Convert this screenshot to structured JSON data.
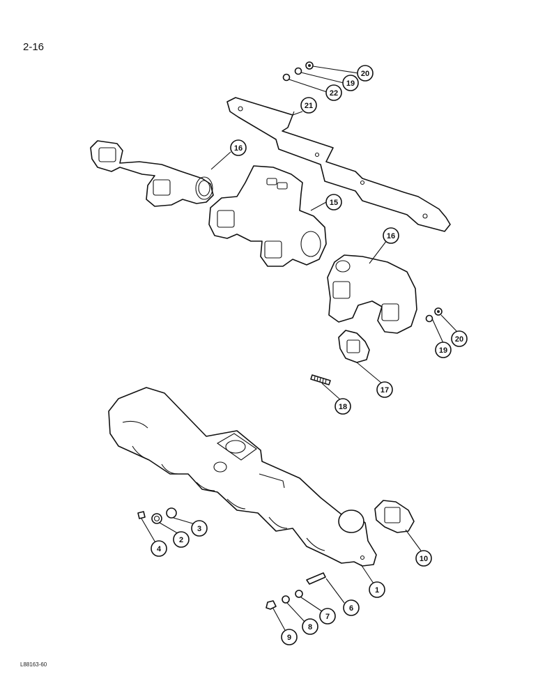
{
  "page": {
    "number": "2-16",
    "reference_code": "L88163-60"
  },
  "callouts": [
    {
      "id": "c20a",
      "label": "20"
    },
    {
      "id": "c19a",
      "label": "19"
    },
    {
      "id": "c22",
      "label": "22"
    },
    {
      "id": "c21",
      "label": "21"
    },
    {
      "id": "c16a",
      "label": "16"
    },
    {
      "id": "c15",
      "label": "15"
    },
    {
      "id": "c16b",
      "label": "16"
    },
    {
      "id": "c19b",
      "label": "19"
    },
    {
      "id": "c20b",
      "label": "20"
    },
    {
      "id": "c17",
      "label": "17"
    },
    {
      "id": "c18",
      "label": "18"
    },
    {
      "id": "c1",
      "label": "1"
    },
    {
      "id": "c2",
      "label": "2"
    },
    {
      "id": "c3",
      "label": "3"
    },
    {
      "id": "c4",
      "label": "4"
    },
    {
      "id": "c6",
      "label": "6"
    },
    {
      "id": "c7",
      "label": "7"
    },
    {
      "id": "c8",
      "label": "8"
    },
    {
      "id": "c9",
      "label": "9"
    },
    {
      "id": "c10",
      "label": "10"
    }
  ]
}
